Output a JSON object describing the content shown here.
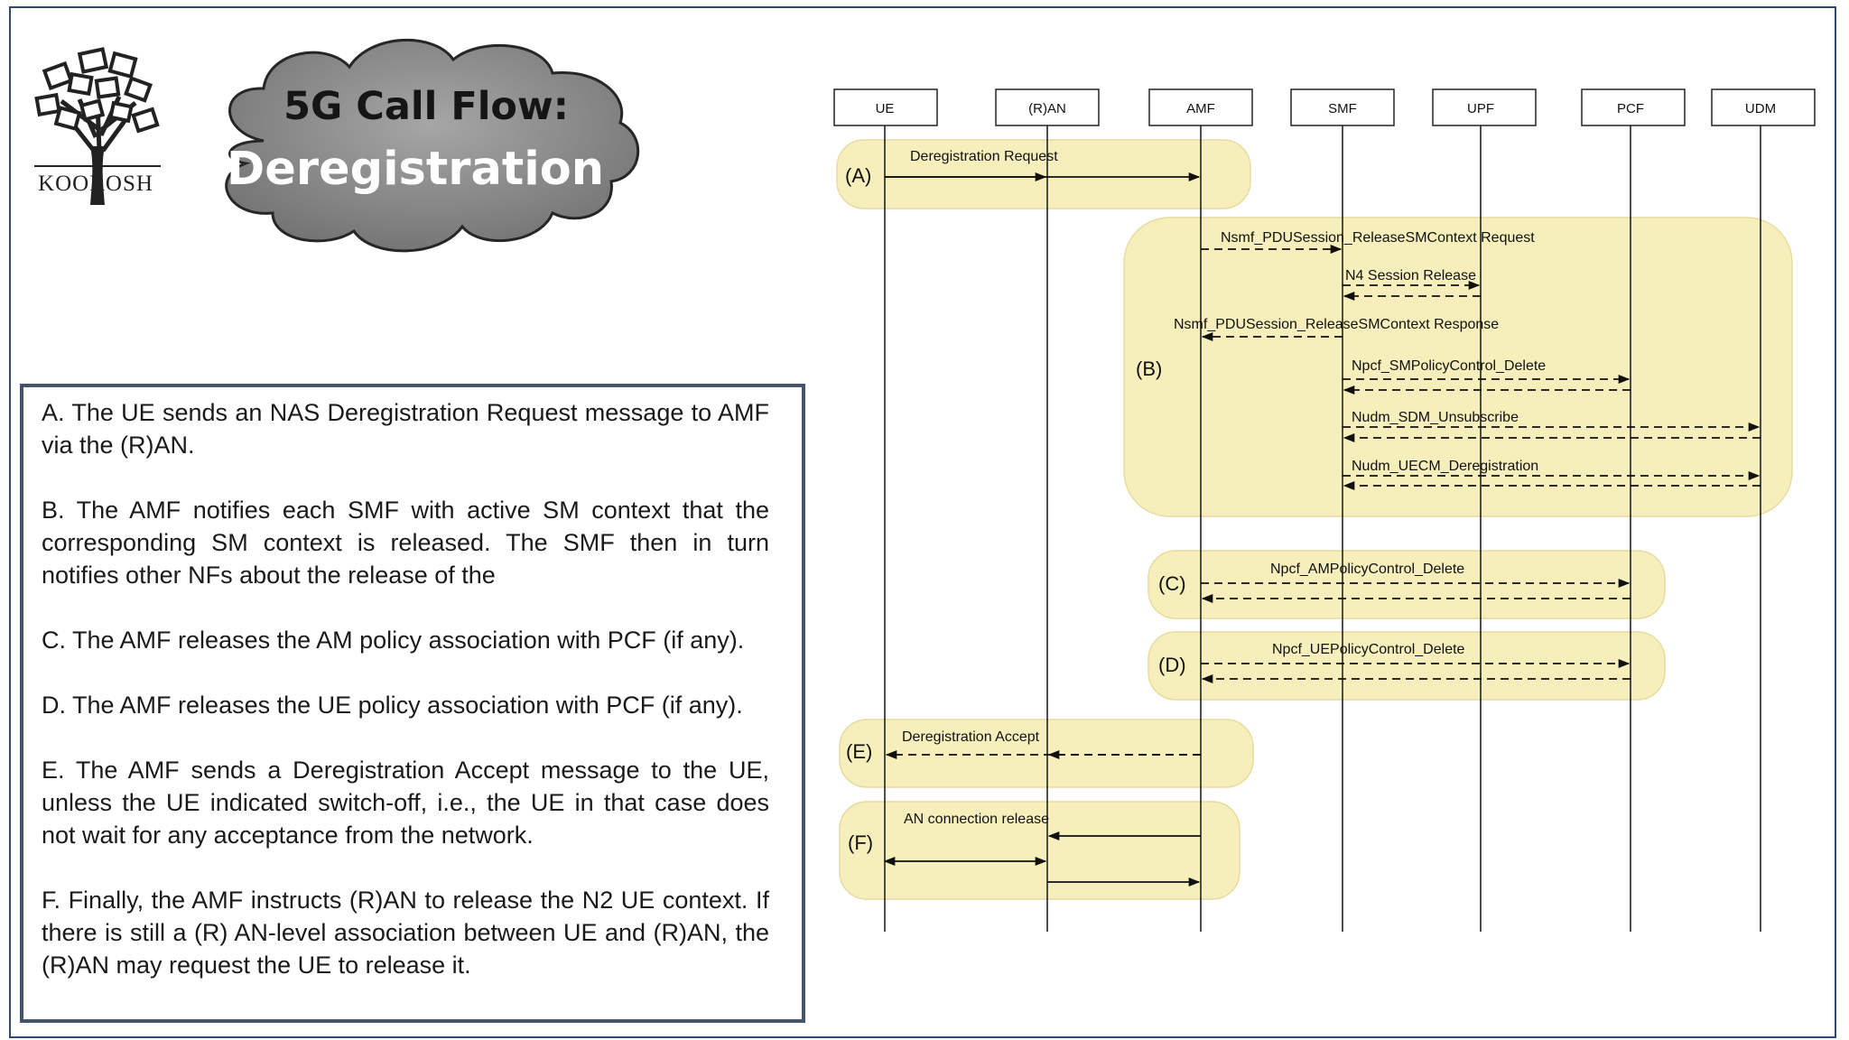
{
  "header": {
    "logo_text": "KOOROSH",
    "title_line1": "5G Call Flow:",
    "title_line2": "Deregistration"
  },
  "notes": [
    "A. The UE sends an NAS Deregistration Request message to AMF via the (R)AN.",
    "B. The AMF notifies each SMF with active SM context that the corresponding SM context is released. The SMF then in turn notifies other NFs about the release of the",
    "C. The AMF releases the AM policy association with PCF (if any).",
    "D. The AMF releases the UE policy association with PCF (if any).",
    "E. The AMF sends a Deregistration Accept message to the UE, unless the UE indicated switch-off, i.e., the UE in that case does not wait for any acceptance from the network.",
    "F. Finally, the AMF instructs (R)AN to release the N2 UE context. If there is still a (R) AN-level association between UE and (R)AN, the (R)AN may request the UE to release it."
  ],
  "diagram": {
    "participants": [
      "UE",
      "(R)AN",
      "AMF",
      "SMF",
      "UPF",
      "PCF",
      "UDM"
    ],
    "groups": [
      {
        "label": "(A)",
        "messages": [
          {
            "text": "Deregistration Request",
            "from": "UE",
            "to": "AMF",
            "style": "solid"
          }
        ]
      },
      {
        "label": "(B)",
        "messages": [
          {
            "text": "Nsmf_PDUSession_ReleaseSMContext Request",
            "from": "AMF",
            "to": "SMF",
            "style": "dashed"
          },
          {
            "text": "N4 Session Release",
            "from": "SMF",
            "to": "UPF",
            "style": "dashed"
          },
          {
            "text": "",
            "from": "UPF",
            "to": "SMF",
            "style": "dashed"
          },
          {
            "text": "Nsmf_PDUSession_ReleaseSMContext Response",
            "from": "SMF",
            "to": "AMF",
            "style": "dashed"
          },
          {
            "text": "Npcf_SMPolicyControl_Delete",
            "from": "SMF",
            "to": "PCF",
            "style": "dashed"
          },
          {
            "text": "",
            "from": "PCF",
            "to": "SMF",
            "style": "dashed"
          },
          {
            "text": "Nudm_SDM_Unsubscribe",
            "from": "SMF",
            "to": "UDM",
            "style": "dashed"
          },
          {
            "text": "",
            "from": "UDM",
            "to": "SMF",
            "style": "dashed"
          },
          {
            "text": "Nudm_UECM_Deregistration",
            "from": "SMF",
            "to": "UDM",
            "style": "dashed"
          },
          {
            "text": "",
            "from": "UDM",
            "to": "SMF",
            "style": "dashed"
          }
        ]
      },
      {
        "label": "(C)",
        "messages": [
          {
            "text": "Npcf_AMPolicyControl_Delete",
            "from": "AMF",
            "to": "PCF",
            "style": "dashed"
          },
          {
            "text": "",
            "from": "PCF",
            "to": "AMF",
            "style": "dashed"
          }
        ]
      },
      {
        "label": "(D)",
        "messages": [
          {
            "text": "Npcf_UEPolicyControl_Delete",
            "from": "AMF",
            "to": "PCF",
            "style": "dashed"
          },
          {
            "text": "",
            "from": "PCF",
            "to": "AMF",
            "style": "dashed"
          }
        ]
      },
      {
        "label": "(E)",
        "messages": [
          {
            "text": "Deregistration Accept",
            "from": "AMF",
            "to": "UE",
            "style": "dashed"
          }
        ]
      },
      {
        "label": "(F)",
        "messages": [
          {
            "text": "AN connection release",
            "from": "AMF",
            "to": "(R)AN",
            "style": "solid"
          },
          {
            "text": "",
            "from": "UE",
            "to": "(R)AN",
            "style": "solid-both"
          },
          {
            "text": "",
            "from": "(R)AN",
            "to": "AMF",
            "style": "solid"
          }
        ]
      }
    ]
  },
  "colors": {
    "group_fill": "#f7efbb",
    "line": "#111111",
    "frame": "#2e4a70",
    "cloud_fill": "#8c8c8c"
  }
}
